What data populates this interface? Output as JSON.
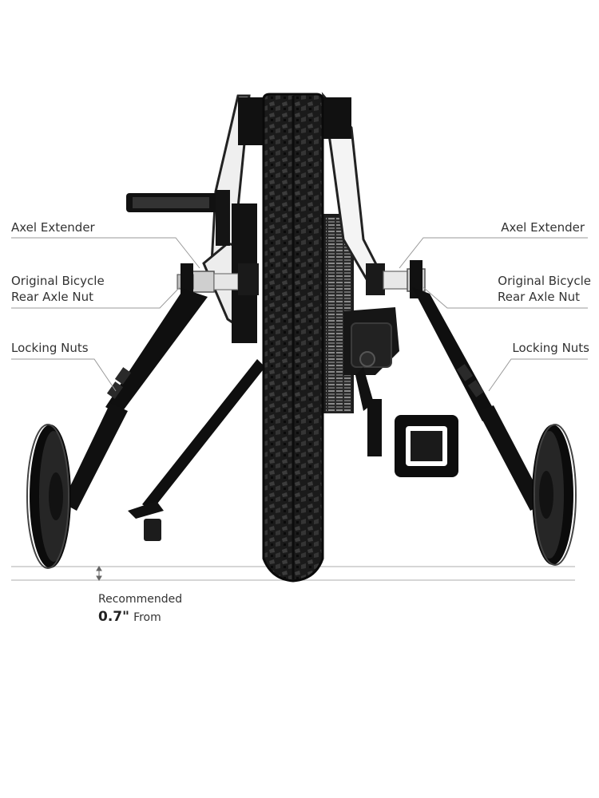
{
  "labels": {
    "axel_extender_left": "Axel Extender",
    "axel_extender_right": "Axel Extender",
    "axle_nut_left_line1": "Original Bicycle",
    "axle_nut_left_line2": "Rear Axle Nut",
    "axle_nut_right_line1": "Original Bicycle",
    "axle_nut_right_line2": "Rear Axle Nut",
    "locking_nuts_left": "Locking Nuts",
    "locking_nuts_right": "Locking Nuts"
  },
  "recommendation": {
    "caption": "Recommended",
    "value": "0.7\"",
    "suffix": "From"
  },
  "colors": {
    "background": "#ffffff",
    "bike_black": "#111111",
    "frame_white": "#f2f2f2",
    "leader_line": "#9a9a9a",
    "text": "#333333"
  }
}
